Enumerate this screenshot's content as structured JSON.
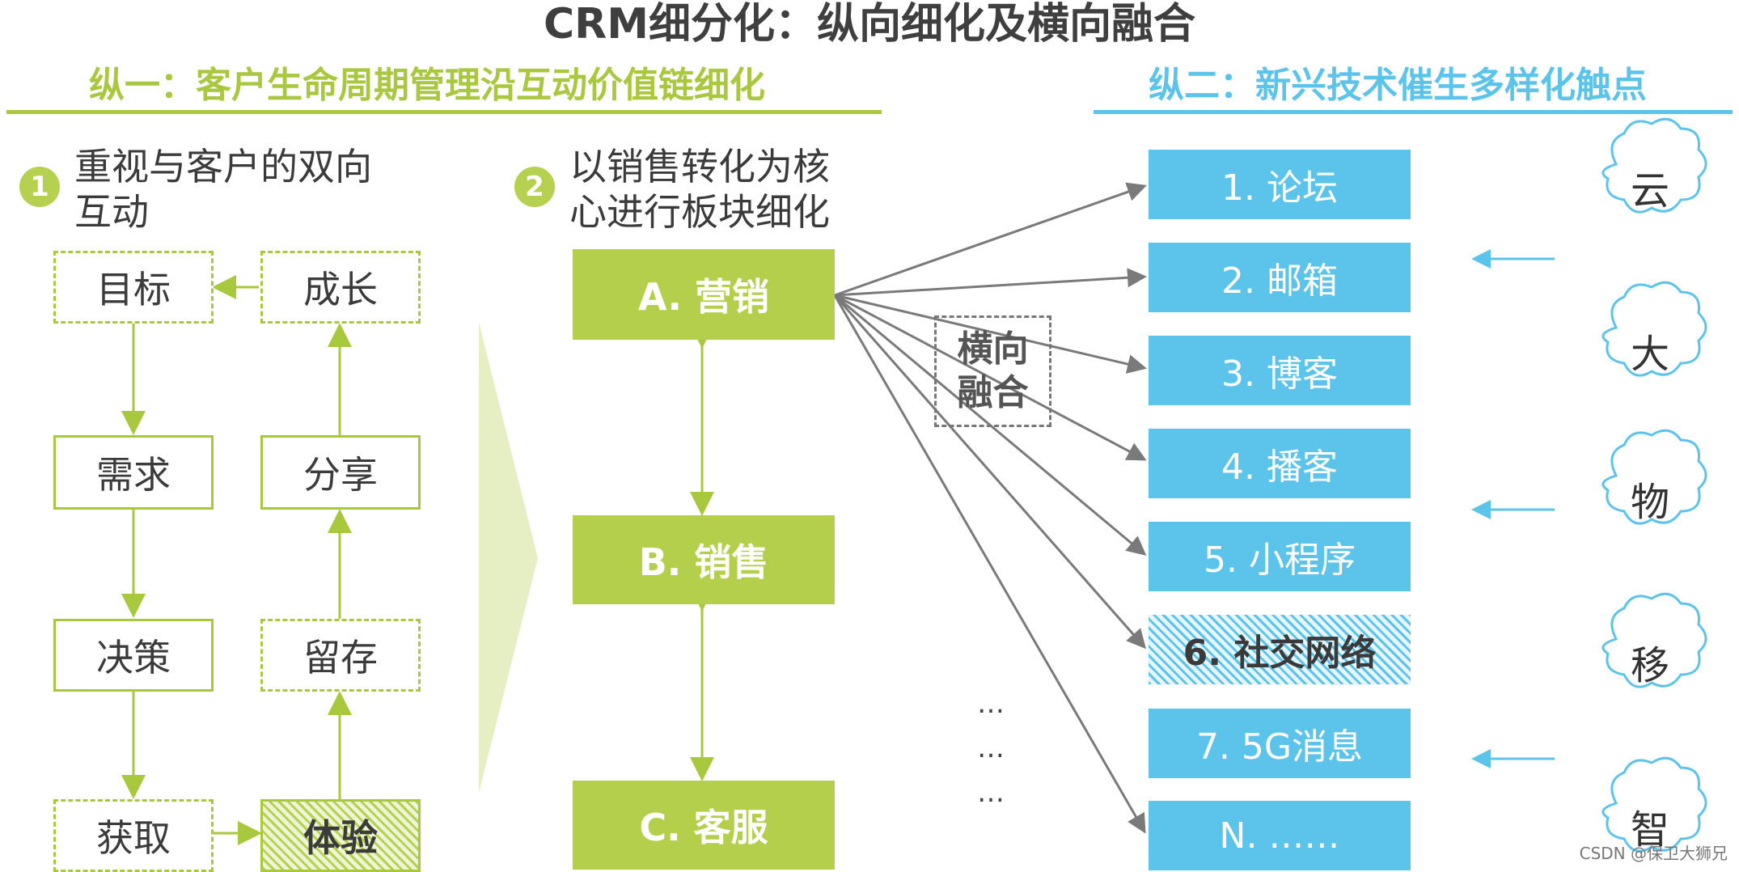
{
  "title": "CRM细分化：纵向细化及横向融合",
  "left_header": "纵一：客户生命周期管理沿互动价值链细化",
  "right_header": "纵二：新兴技术催生多样化触点",
  "step1": {
    "num": "1",
    "label_line1": "重视与客户的双向",
    "label_line2": "互动"
  },
  "step2": {
    "num": "2",
    "label_line1": "以销售转化为核",
    "label_line2": "心进行板块细化"
  },
  "lifecycle": {
    "goal": "目标",
    "growth": "成长",
    "demand": "需求",
    "share": "分享",
    "decision": "决策",
    "retention": "留存",
    "acquire": "获取",
    "experience": "体验"
  },
  "modules": {
    "marketing": "A. 营销",
    "sales": "B. 销售",
    "service": "C. 客服"
  },
  "fusion": {
    "line1": "横向",
    "line2": "融合"
  },
  "ellipsis": [
    "…",
    "…",
    "…"
  ],
  "channels": [
    "1. 论坛",
    "2. 邮箱",
    "3. 博客",
    "4. 播客",
    "5. 小程序",
    "6. 社交网络",
    "7. 5G消息",
    "N. ……"
  ],
  "tech_chars": [
    "云",
    "大",
    "物",
    "移",
    "智"
  ],
  "watermark": "CSDN @保卫大狮兄",
  "colors": {
    "green": "#b3cf4c",
    "blue": "#5cc3ea",
    "gray": "#777777"
  }
}
